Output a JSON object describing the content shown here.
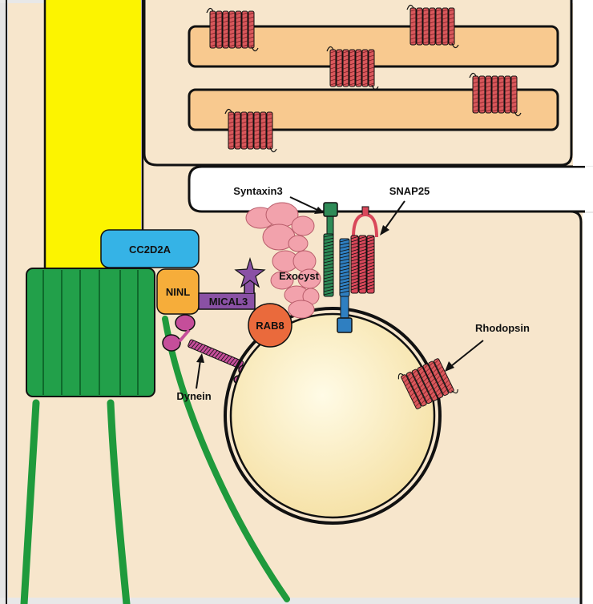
{
  "labels": {
    "cc2d2a": "CC2D2A",
    "ninl": "NINL",
    "mical3": "MICAL3",
    "rab8": "RAB8",
    "exocyst": "Exocyst",
    "syntaxin3": "Syntaxin3",
    "snap25": "SNAP25",
    "rhodopsin": "Rhodopsin",
    "dynein": "Dynein"
  },
  "colors": {
    "cytoplasm": "#f7e6cc",
    "axoneme": "#fcf400",
    "basal_body": "#22a04a",
    "disc": "#f8c98f",
    "rhodopsin": "#d9585c",
    "cc2d2a": "#35b3e6",
    "ninl": "#f6ad3a",
    "mical3": "#8a51a5",
    "dynein": "#c54e9a",
    "rab8": "#ea6a3c",
    "exocyst": "#f2a2ac",
    "syntaxin3": "#2e8b57",
    "vamp": "#2f7fc1",
    "snap25": "#d9485a",
    "vesicle": "#fbeec4",
    "microtubule": "#1f9a3c"
  }
}
